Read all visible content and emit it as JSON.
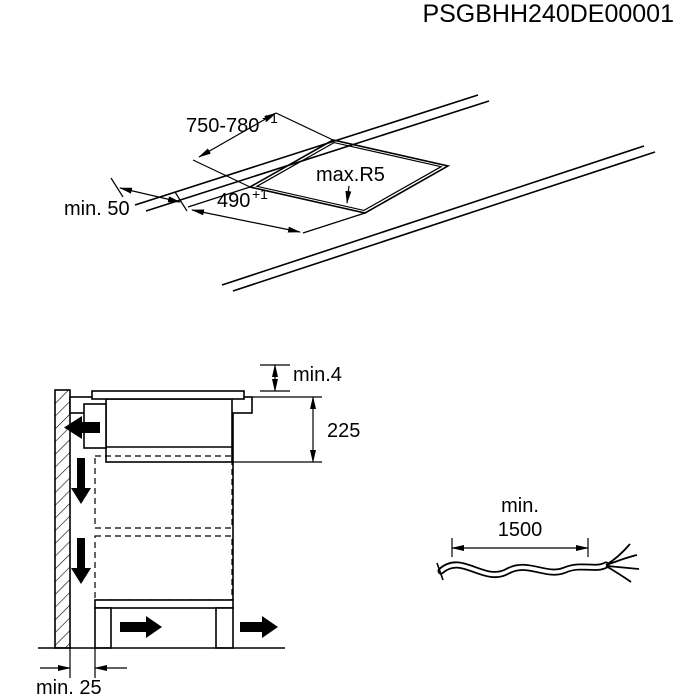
{
  "doc_code": "PSGBHH240DE00001",
  "cutout_view": {
    "width": "750-780",
    "width_tol": "+1",
    "depth": "490",
    "depth_tol": "+1",
    "edge_clearance": "min. 50",
    "corner_radius": "max.R5"
  },
  "section_view": {
    "top_gap": "min.4",
    "build_in_depth": "225",
    "rear_gap": "min. 25"
  },
  "cable_view": {
    "min_label": "min.",
    "length": "1500"
  },
  "colors": {
    "line": "#000000",
    "background": "#ffffff"
  }
}
